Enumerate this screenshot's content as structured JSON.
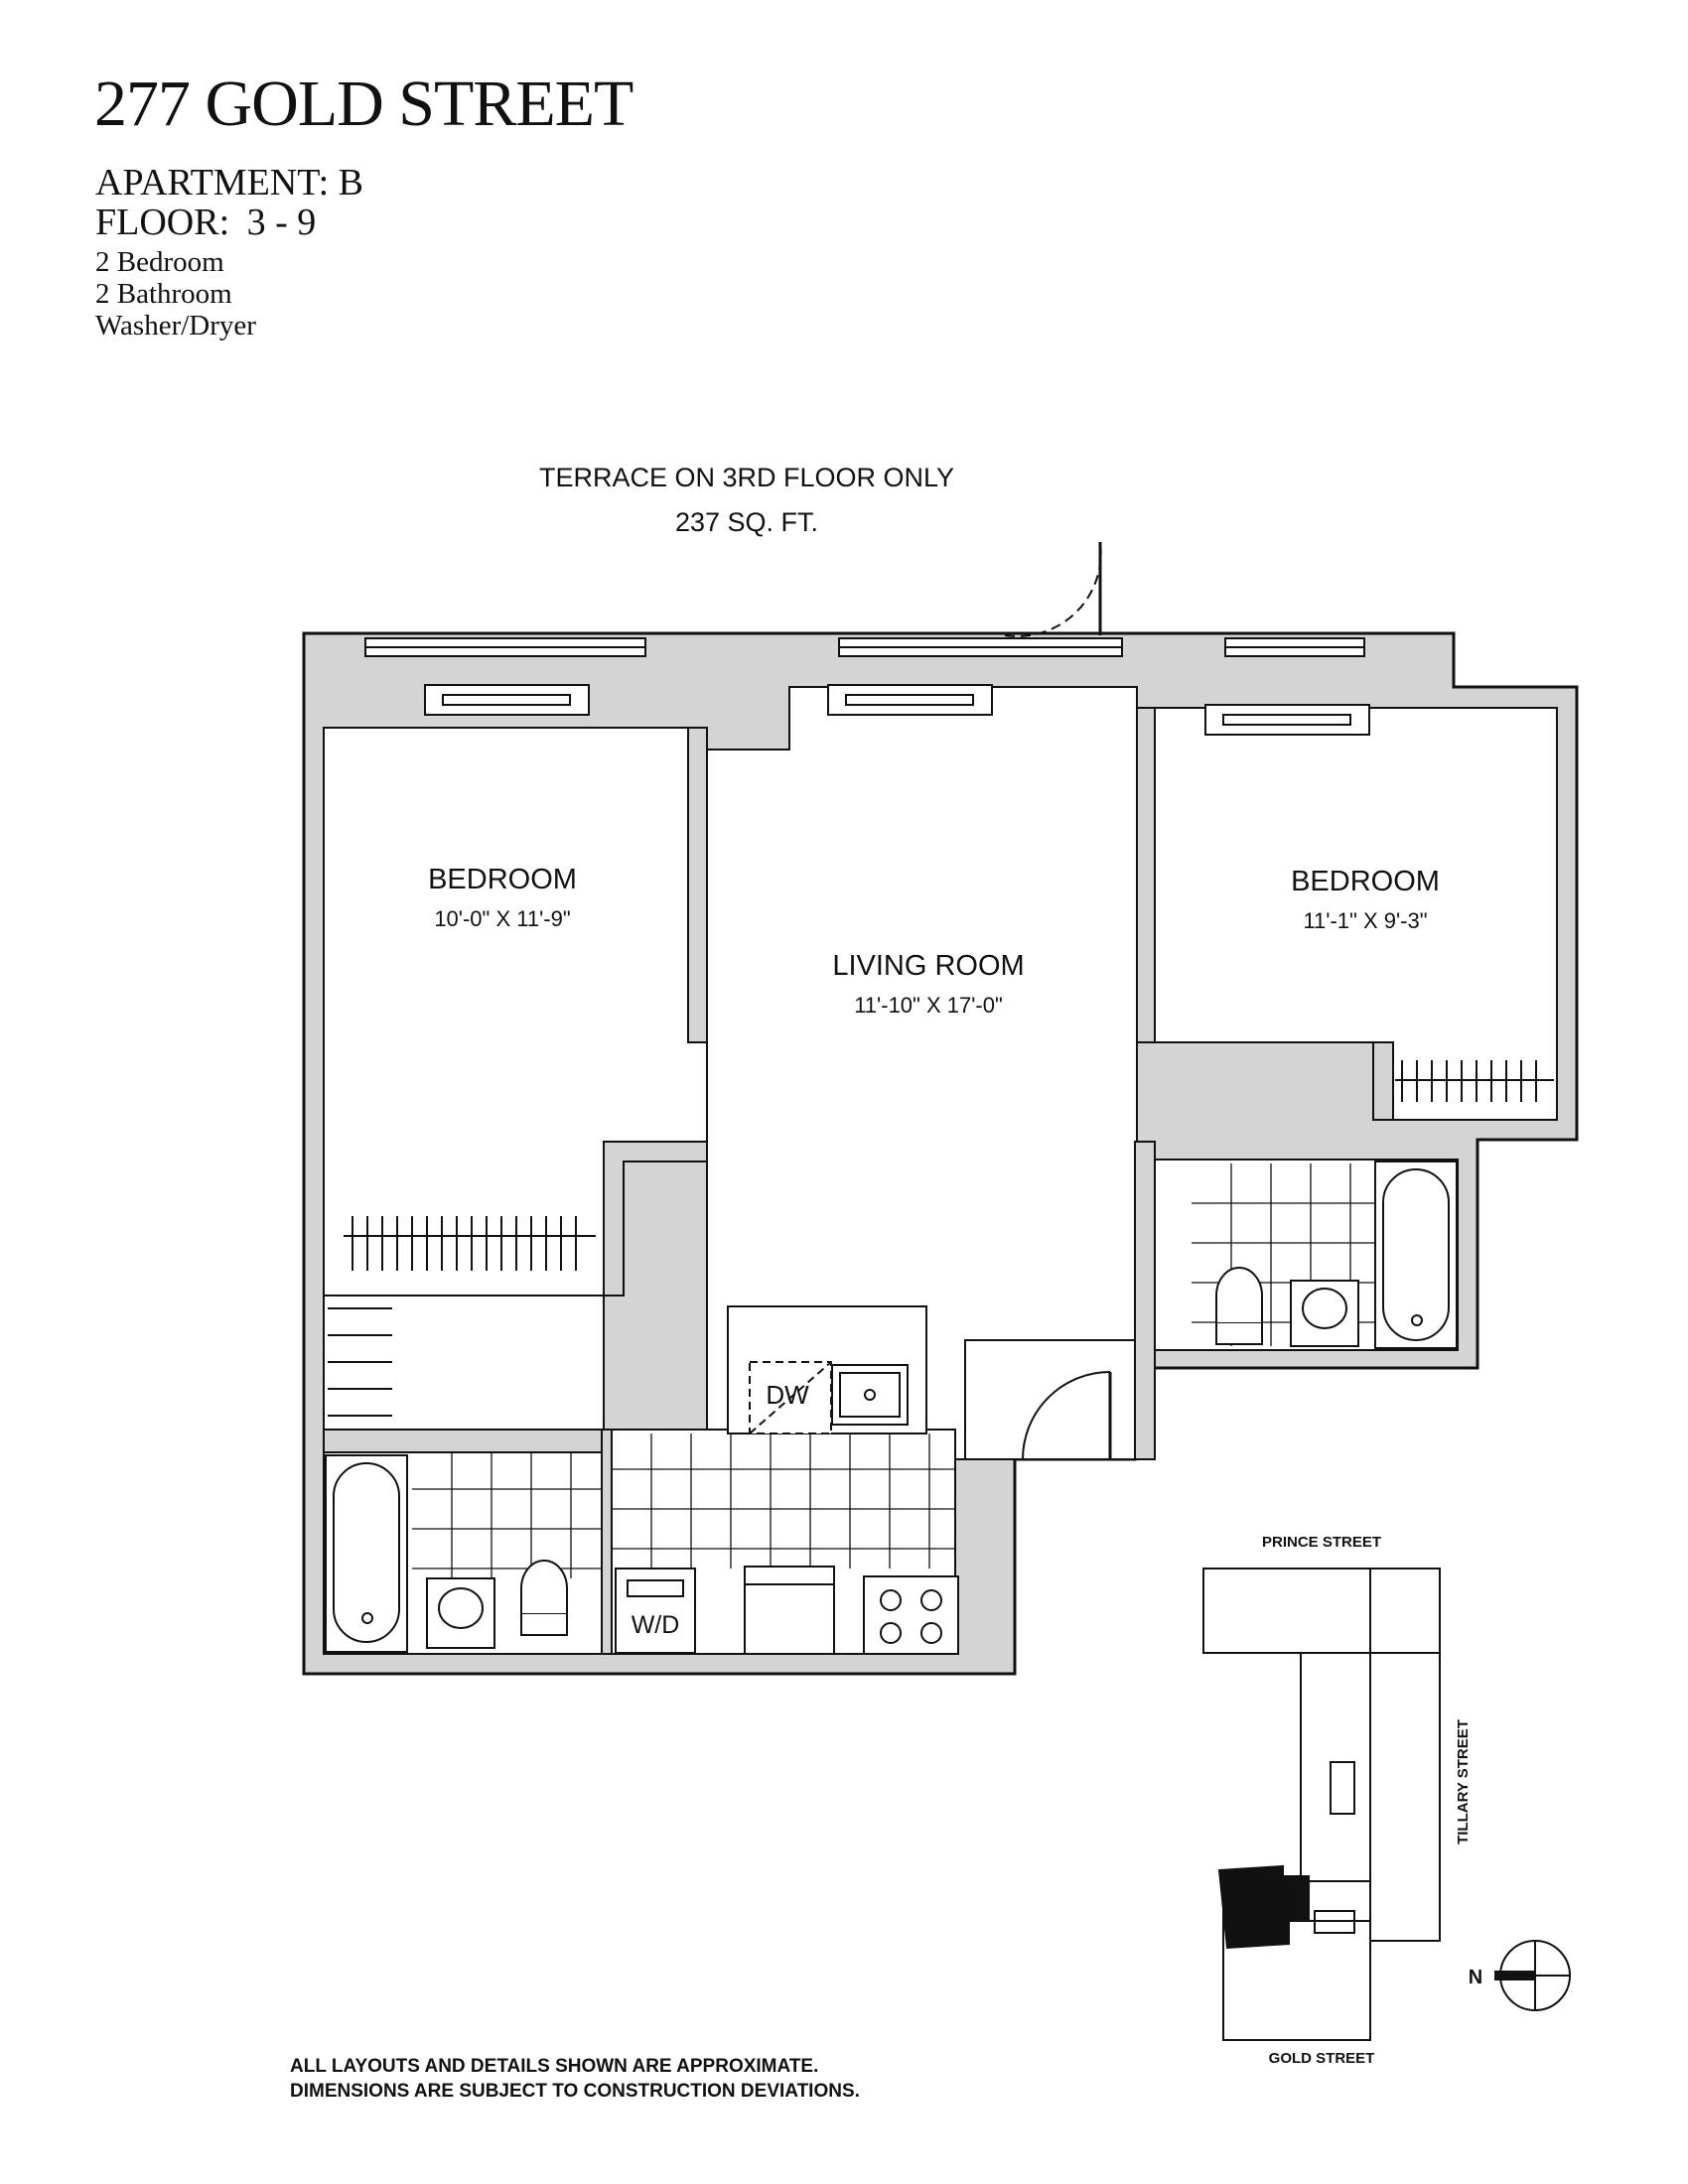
{
  "header": {
    "title": "277 GOLD STREET",
    "apartment_label": "APARTMENT:",
    "apartment_value": "B",
    "floor_label": "FLOOR:",
    "floor_value": "3 - 9",
    "specs": [
      "2 Bedroom",
      "2 Bathroom",
      "Washer/Dryer"
    ]
  },
  "terrace": {
    "note": "TERRACE ON 3RD FLOOR ONLY",
    "area": "237 SQ. FT."
  },
  "rooms": [
    {
      "name": "BEDROOM",
      "size": "10'-0\" X 11'-9\""
    },
    {
      "name": "LIVING ROOM",
      "size": "11'-10\" X 17'-0\""
    },
    {
      "name": "BEDROOM",
      "size": "11'-1\" X 9'-3\""
    }
  ],
  "fixtures": {
    "dishwasher": "DW",
    "washer_dryer": "W/D"
  },
  "key_plan": {
    "street_top": "PRINCE STREET",
    "street_right": "TILLARY STREET",
    "street_bottom": "GOLD STREET",
    "north": "N"
  },
  "disclaimer": [
    "ALL LAYOUTS AND DETAILS SHOWN ARE APPROXIMATE.",
    "DIMENSIONS ARE SUBJECT TO CONSTRUCTION DEVIATIONS."
  ]
}
